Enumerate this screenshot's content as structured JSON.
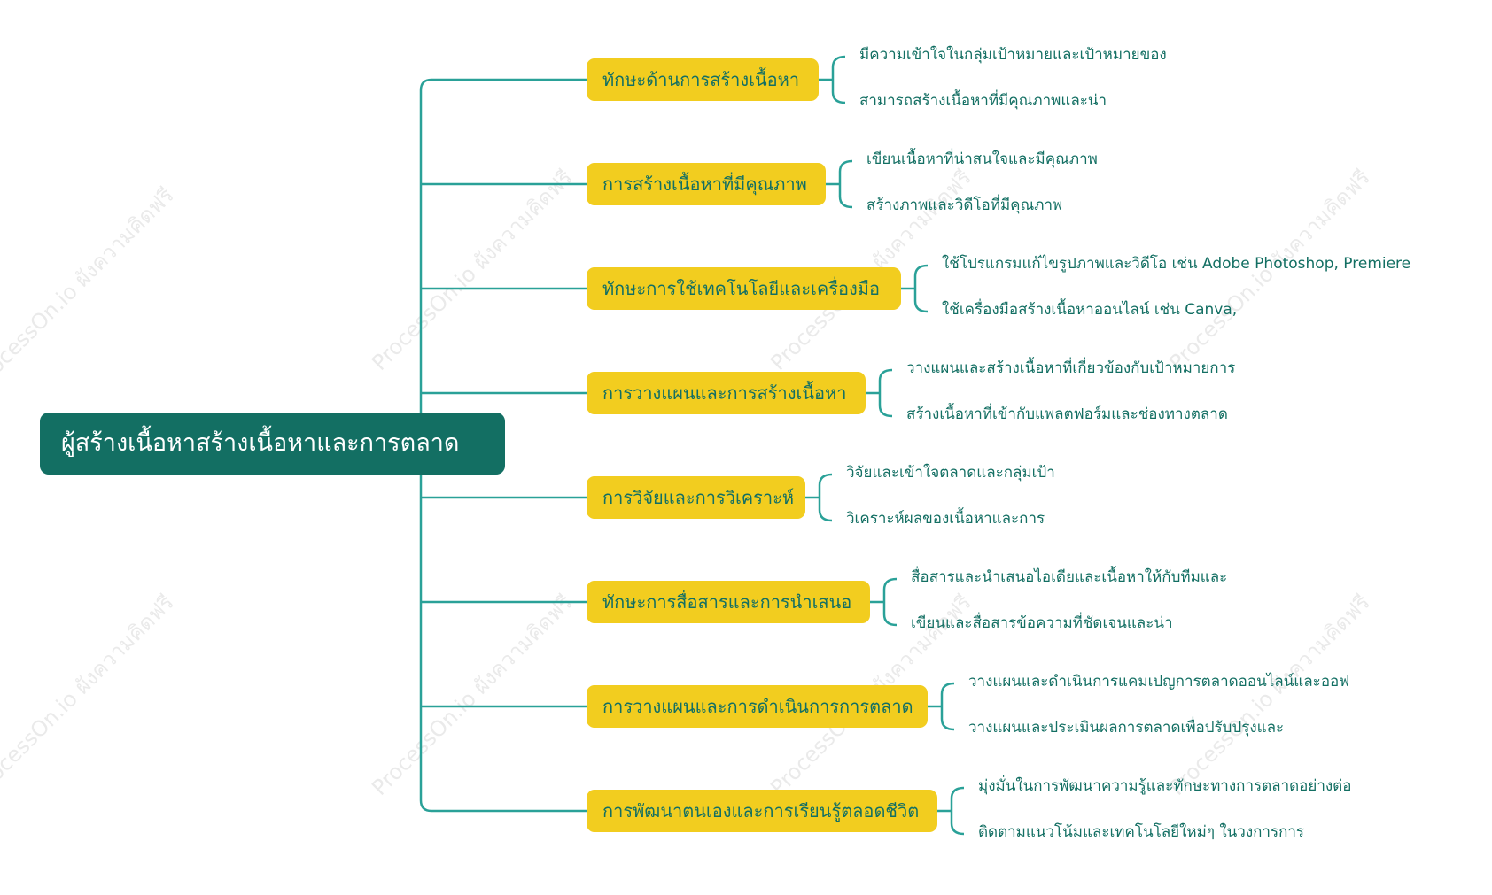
{
  "root": {
    "label": "ผู้สร้างเนื้อหาสร้างเนื้อหาและการตลาด"
  },
  "colors": {
    "root_fill": "#136f63",
    "branch_fill": "#f2cd1f",
    "line": "#2aa198",
    "text": "#136f63"
  },
  "watermark": "ProcessOn.io ผังความคิดฟรี",
  "branches": [
    {
      "label": "ทักษะด้านการสร้างเนื้อหา",
      "children": [
        "มีความเข้าใจในกลุ่มเป้าหมายและเป้าหมายของ",
        "สามารถสร้างเนื้อหาที่มีคุณภาพและน่า"
      ]
    },
    {
      "label": "การสร้างเนื้อหาที่มีคุณภาพ",
      "children": [
        "เขียนเนื้อหาที่น่าสนใจและมีคุณภาพ",
        "สร้างภาพและวิดีโอที่มีคุณภาพ"
      ]
    },
    {
      "label": "ทักษะการใช้เทคโนโลยีและเครื่องมือ",
      "children": [
        "ใช้โปรแกรมแก้ไขรูปภาพและวิดีโอ เช่น Adobe Photoshop, Premiere",
        "ใช้เครื่องมือสร้างเนื้อหาออนไลน์ เช่น Canva,"
      ]
    },
    {
      "label": "การวางแผนและการสร้างเนื้อหา",
      "children": [
        "วางแผนและสร้างเนื้อหาที่เกี่ยวข้องกับเป้าหมายการ",
        "สร้างเนื้อหาที่เข้ากับแพลตฟอร์มและช่องทางตลาด"
      ]
    },
    {
      "label": "การวิจัยและการวิเคราะห์",
      "children": [
        "วิจัยและเข้าใจตลาดและกลุ่มเป้า",
        "วิเคราะห์ผลของเนื้อหาและการ"
      ]
    },
    {
      "label": "ทักษะการสื่อสารและการนำเสนอ",
      "children": [
        "สื่อสารและนำเสนอไอเดียและเนื้อหาให้กับทีมและ",
        "เขียนและสื่อสารข้อความที่ชัดเจนและน่า"
      ]
    },
    {
      "label": "การวางแผนและการดำเนินการการตลาด",
      "children": [
        "วางแผนและดำเนินการแคมเปญการตลาดออนไลน์และออฟ",
        "วางแผนและประเมินผลการตลาดเพื่อปรับปรุงและ"
      ]
    },
    {
      "label": "การพัฒนาตนเองและการเรียนรู้ตลอดชีวิต",
      "children": [
        "มุ่งมั่นในการพัฒนาความรู้และทักษะทางการตลาดอย่างต่อ",
        "ติดตามแนวโน้มและเทคโนโลยีใหม่ๆ ในวงการการ"
      ]
    }
  ]
}
